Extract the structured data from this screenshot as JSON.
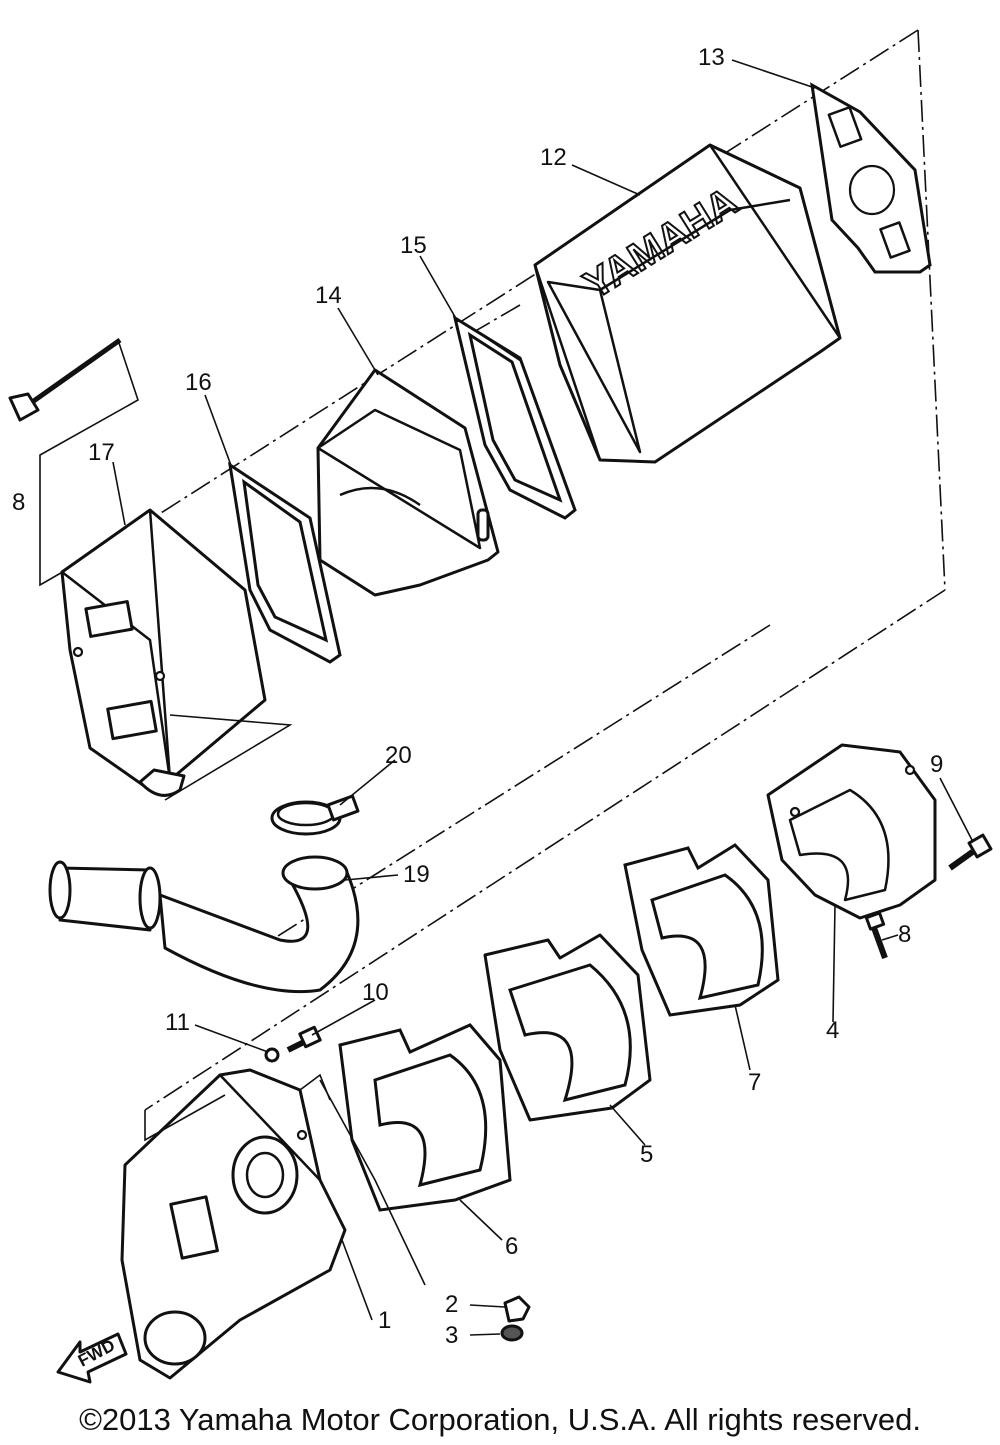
{
  "diagram": {
    "part_numbers": [
      "1",
      "2",
      "3",
      "4",
      "5",
      "6",
      "7",
      "8",
      "8",
      "9",
      "10",
      "11",
      "12",
      "13",
      "14",
      "15",
      "16",
      "17",
      "19",
      "20"
    ],
    "cover_lettering": "YAMAHA",
    "direction_marker": "FWD"
  },
  "footer": {
    "copyright": "©2013 Yamaha Motor Corporation, U.S.A. All rights reserved."
  }
}
